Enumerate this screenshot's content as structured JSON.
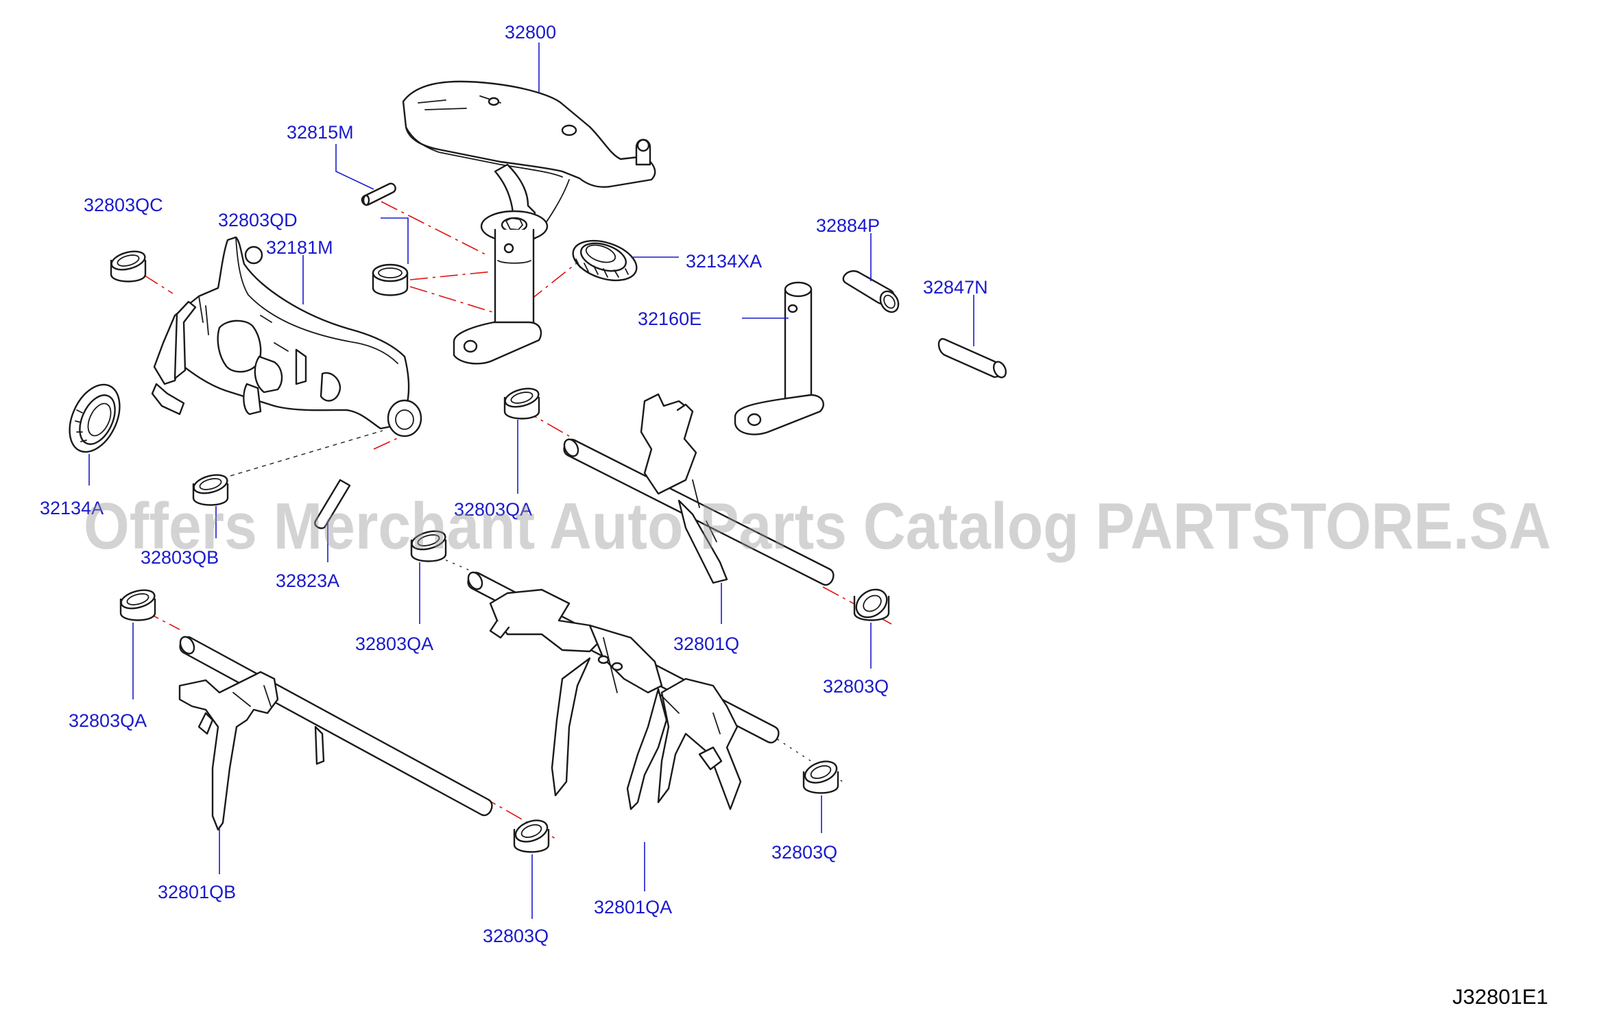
{
  "diagram": {
    "labels": [
      {
        "id": "p32800",
        "text": "32800"
      },
      {
        "id": "p32815M",
        "text": "32815M"
      },
      {
        "id": "p32803QC",
        "text": "32803QC"
      },
      {
        "id": "p32803QD",
        "text": "32803QD"
      },
      {
        "id": "p32181M",
        "text": "32181M"
      },
      {
        "id": "p32134XA",
        "text": "32134XA"
      },
      {
        "id": "p32884P",
        "text": "32884P"
      },
      {
        "id": "p32847N",
        "text": "32847N"
      },
      {
        "id": "p32160E",
        "text": "32160E"
      },
      {
        "id": "p32134A",
        "text": "32134A"
      },
      {
        "id": "p32803QA_1",
        "text": "32803QA"
      },
      {
        "id": "p32803QB",
        "text": "32803QB"
      },
      {
        "id": "p32823A",
        "text": "32823A"
      },
      {
        "id": "p32803QA_2",
        "text": "32803QA"
      },
      {
        "id": "p32801Q",
        "text": "32801Q"
      },
      {
        "id": "p32803Q_1",
        "text": "32803Q"
      },
      {
        "id": "p32803QA_3",
        "text": "32803QA"
      },
      {
        "id": "p32803Q_2",
        "text": "32803Q"
      },
      {
        "id": "p32801QB",
        "text": "32801QB"
      },
      {
        "id": "p32801QA",
        "text": "32801QA"
      },
      {
        "id": "p32803Q_3",
        "text": "32803Q"
      }
    ],
    "watermark": "Offers Merchant Auto Parts Catalog PARTSTORE.SA",
    "diagram_code": "J32801E1",
    "colors": {
      "callout": "#1a1acc",
      "centerline": "#e01010",
      "line": "#1a1a1a"
    }
  }
}
